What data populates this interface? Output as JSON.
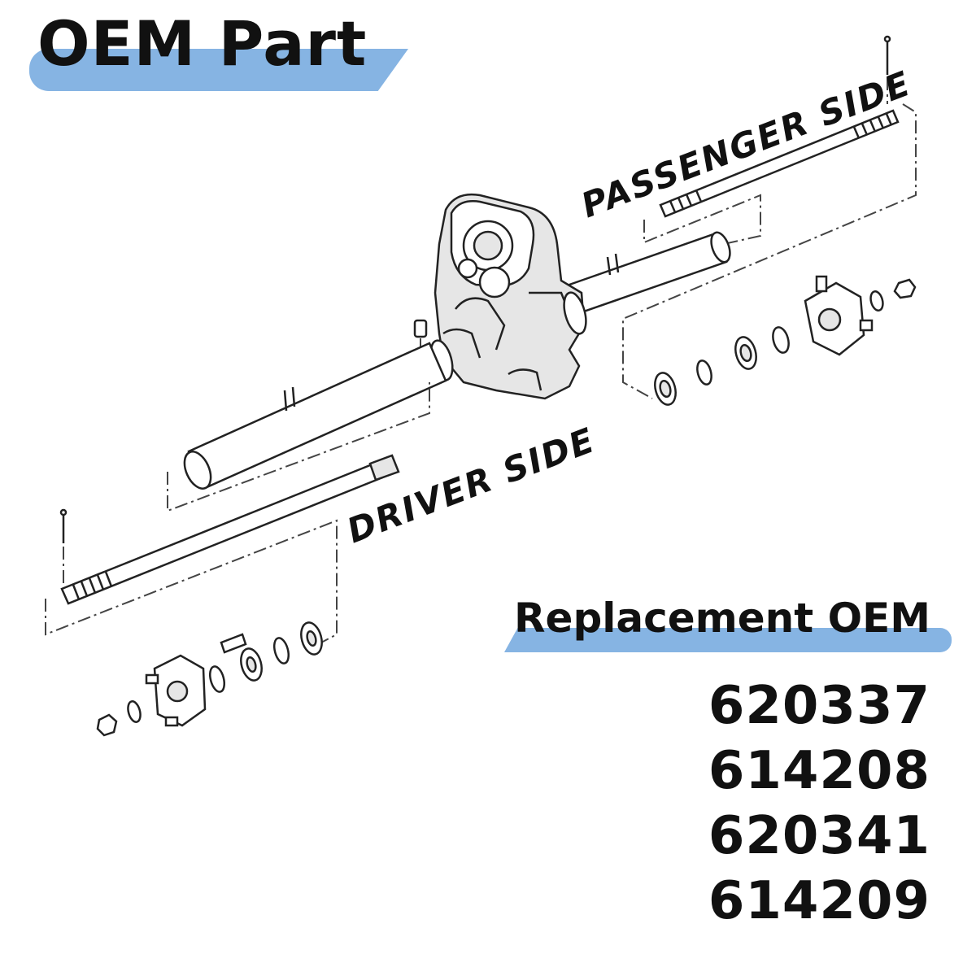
{
  "header": {
    "title": "OEM Part"
  },
  "diagram": {
    "labels": {
      "passenger_side": "PASSENGER SIDE",
      "driver_side": "DRIVER SIDE"
    }
  },
  "replacement": {
    "heading": "Replacement OEM",
    "part_numbers": [
      "620337",
      "614208",
      "620341",
      "614209"
    ]
  },
  "colors": {
    "accent_band": "#86b4e3",
    "text": "#111111",
    "line_art": "#222222"
  }
}
